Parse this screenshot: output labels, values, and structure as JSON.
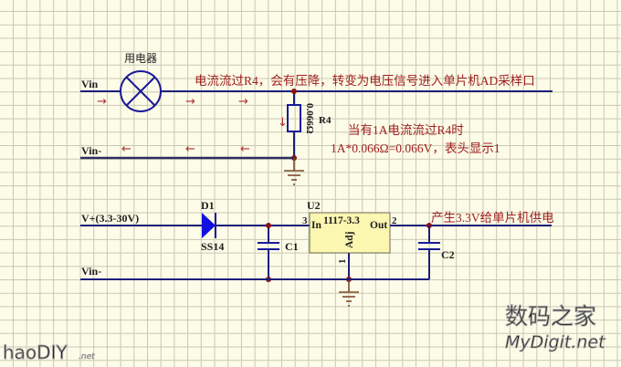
{
  "colors": {
    "background": "#fdfce8",
    "grid": "#c9c8b4",
    "wire": "#1c1f7a",
    "wire_dark": "#2d2f5e",
    "junction": "#8b1010",
    "annotation": "#a02020",
    "component": "#1a1a9a",
    "diode_fill": "#1010e0",
    "ic_fill": "#fbf6b0",
    "label": "#202020",
    "ground": "#7a4a2a",
    "watermark": "#b8b8b8"
  },
  "circuit1": {
    "load_label": "用电器",
    "vin_label": "Vin",
    "vin_minus_label": "Vin-",
    "annotation_main": "电流流过R4，会有压降，转变为电压信号进入单片机AD采样口",
    "resistor_ref": "R4",
    "resistor_value": "0.066Ω",
    "note_line1": "当有1A电流流过R4时",
    "note_line2": "1A*0.066Ω=0.066V，表头显示1",
    "arrow_right": "→",
    "arrow_left": "←",
    "arrow_down": "↓"
  },
  "circuit2": {
    "vplus_label": "V+(3.3-30V)",
    "vin_minus_label": "Vin-",
    "diode_ref": "D1",
    "diode_part": "SS14",
    "c1_ref": "C1",
    "c2_ref": "C2",
    "ic_ref": "U2",
    "ic_part": "1117-3.3",
    "pin_in_num": "3",
    "pin_in_name": "In",
    "pin_out_num": "2",
    "pin_out_name": "Out",
    "pin_adj_num": "1",
    "pin_adj_name": "Adj",
    "output_note": "产生3.3V给单片机供电"
  },
  "watermarks": {
    "site_cn": "数码之家",
    "site_en": "MyDigit.net",
    "haodiy": "haoDIY",
    "haodiy_suffix": ".net"
  }
}
